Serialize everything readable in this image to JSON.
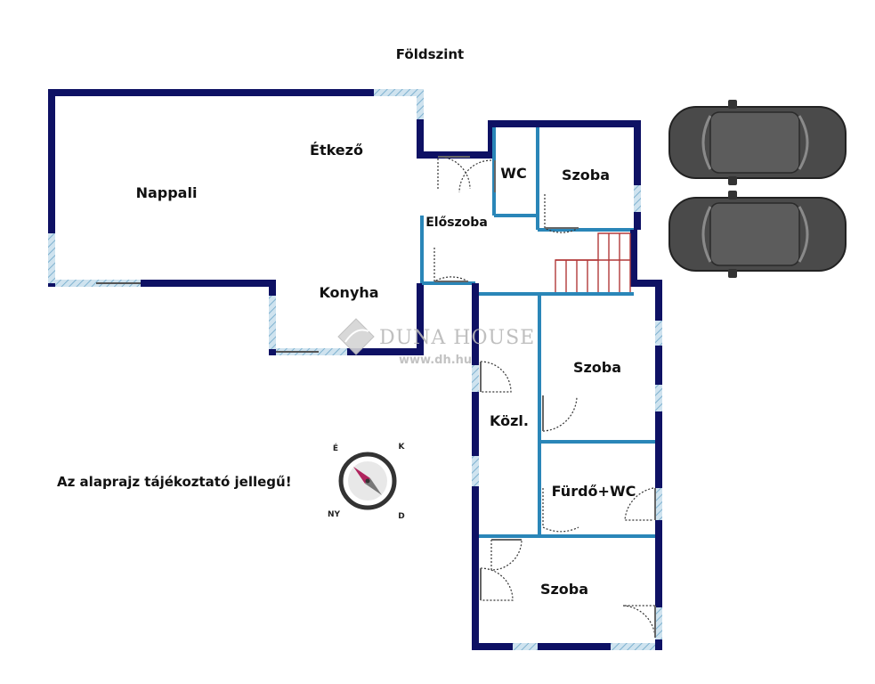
{
  "title": "Földszint",
  "note": "Az alaprajz tájékoztató jellegű!",
  "rooms": {
    "nappali": "Nappali",
    "etkezo": "Étkező",
    "konyha": "Konyha",
    "eloszoba": "Előszoba",
    "wc": "WC",
    "szoba_top": "Szoba",
    "szoba_middle": "Szoba",
    "kozl": "Közl.",
    "furdo": "Fürdő+WC",
    "szoba_bottom": "Szoba"
  },
  "watermark": {
    "brand": "DUNA HOUSE",
    "url": "www.dh.hu"
  },
  "compass": {
    "n": "É",
    "e": "K",
    "s": "D",
    "w": "NY"
  },
  "colors": {
    "outer_wall": "#0e1164",
    "inner_wall": "#2a86b8",
    "window": "#9fc8df",
    "stairs": "#b23a3a",
    "car_body": "#4a4a4a"
  }
}
